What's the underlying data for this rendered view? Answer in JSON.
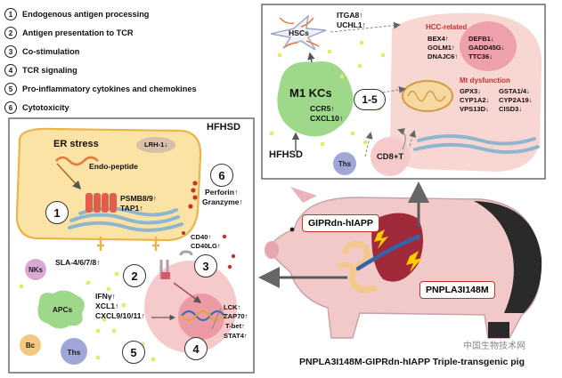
{
  "legend": [
    {
      "num": "1",
      "text": "Endogenous antigen processing"
    },
    {
      "num": "2",
      "text": "Antigen presentation to TCR"
    },
    {
      "num": "3",
      "text": "Co-stimulation"
    },
    {
      "num": "4",
      "text": "TCR signaling"
    },
    {
      "num": "5",
      "text": "Pro-inflammatory cytokines and chemokines"
    },
    {
      "num": "6",
      "text": "Cytotoxicity"
    }
  ],
  "left_panel": {
    "title": "HFHSD",
    "er_stress": "ER stress",
    "endo_peptide": "Endo-peptide",
    "lrh": "LRH-1↓",
    "psmb": "PSMB8/9↑",
    "tap": "TAP1↑",
    "sla": "SLA-4/6/7/8↑",
    "perforin": "Perforin↑",
    "granzyme": "Granzyme↑",
    "cd40": "CD40↑",
    "cd40lg": "CD40LG↑",
    "ifn": "IFNγ↑",
    "xcl1": "XCL1↑",
    "cxcl": "CXCL9/10/11↑",
    "lck": "LCK↑",
    "zap70": "ZAP70↑",
    "tbet": "T-bet↑",
    "stat4": "STAT4↑",
    "nums": {
      "n1": "1",
      "n2": "2",
      "n3": "3",
      "n4": "4",
      "n5": "5",
      "n6": "6"
    },
    "cells": {
      "nks": "NKs",
      "apcs": "APCs",
      "bc": "Bc",
      "ths": "Ths"
    }
  },
  "right_panel": {
    "hscs": "HSCs",
    "itga8": "ITGA8↑",
    "uchl1": "UCHL1↑",
    "m1": "M1 KCs",
    "ccr5": "CCR5↑",
    "cxcl10": "CXCL10↑",
    "range": "1-5",
    "hfhsd": "HFHSD",
    "ths": "Ths",
    "cd8": "CD8+T",
    "hcc_title": "HCC-related",
    "hcc_col1": [
      "BEX4↑",
      "GOLM1↑",
      "DNAJC6↑"
    ],
    "hcc_col2": [
      "DEFB1↓",
      "GADD45G↓",
      "TTC36↓"
    ],
    "mt_title": "Mt dysfunction",
    "mt_col1": [
      "GPX3↓",
      "CYP1A2↓",
      "VPS13D↓"
    ],
    "mt_col2": [
      "GSTA1/4↓",
      "CYP2A19↓",
      "CISD3↓"
    ]
  },
  "pig": {
    "gipr": "GIPRdn-hIAPP",
    "pnpla": "PNPLA3I148M",
    "caption": "PNPLA3I148M-GIPRdn-hIAPP Triple-transgenic pig"
  },
  "watermark": "中国生物技术网",
  "colors": {
    "hepatocyte_fill": "#fbe3a6",
    "hepatocyte_border": "#e9b54a",
    "tcell": "#f6c9cb",
    "nucleus": "#ec9aa6",
    "m1": "#9ed88a",
    "panel_border": "#555555",
    "box_red": "#c9302c",
    "er_blue": "#8fb6cf",
    "dots": "#e8e86a"
  }
}
